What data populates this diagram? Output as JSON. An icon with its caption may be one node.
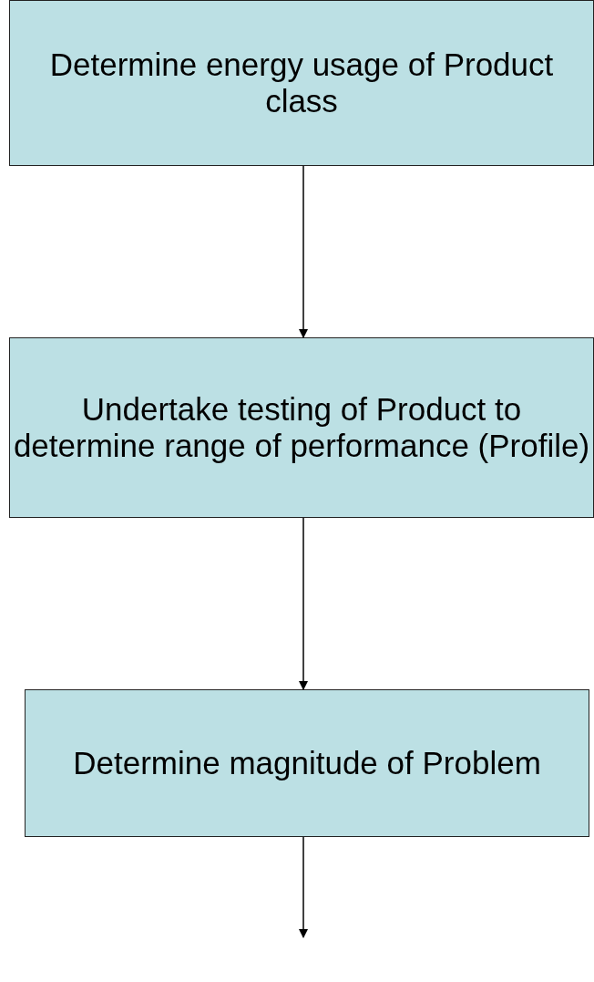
{
  "diagram": {
    "nodes": [
      {
        "text": [
          "Determine energy usage of Product class"
        ]
      },
      {
        "text": [
          "Undertake testing of Product to determine range of performance (Profile)"
        ]
      },
      {
        "text": [
          "Determine magnitude of Problem"
        ]
      }
    ],
    "edges": [
      {
        "from": 0,
        "to": 1,
        "arrow": "to"
      },
      {
        "from": 1,
        "to": 2,
        "arrow": "to"
      },
      {
        "from": 2,
        "to": null,
        "arrow": "to"
      }
    ]
  }
}
